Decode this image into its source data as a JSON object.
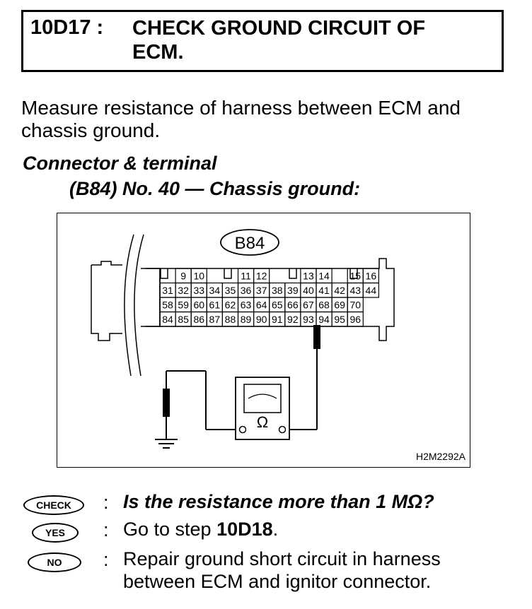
{
  "step": {
    "number": "10D17 :",
    "title_line1": "CHECK GROUND CIRCUIT OF",
    "title_line2": "ECM."
  },
  "instruction": {
    "line1": "Measure resistance of harness between ECM and",
    "line2": "chassis ground."
  },
  "connector": {
    "heading": "Connector & terminal",
    "detail": "(B84) No. 40 — Chassis ground:"
  },
  "figure": {
    "connector_label": "B84",
    "row1": [
      "9",
      "10",
      "11",
      "12",
      "13",
      "14",
      "15",
      "16"
    ],
    "row2": [
      "31",
      "32",
      "33",
      "34",
      "35",
      "36",
      "37",
      "38",
      "39",
      "40",
      "41",
      "42",
      "43",
      "44"
    ],
    "row3": [
      "58",
      "59",
      "60",
      "61",
      "62",
      "63",
      "64",
      "65",
      "66",
      "67",
      "68",
      "69",
      "70"
    ],
    "row4": [
      "84",
      "85",
      "86",
      "87",
      "88",
      "89",
      "90",
      "91",
      "92",
      "93",
      "94",
      "95",
      "96"
    ],
    "meter_symbol": "Ω",
    "figure_code": "H2M2292A"
  },
  "result": {
    "check_badge": "CHECK",
    "yes_badge": "YES",
    "no_badge": "NO",
    "colon": ":",
    "check_text": "Is the resistance more than 1 MΩ?",
    "yes_text_prefix": "Go to step ",
    "yes_text_step": "10D18",
    "yes_text_suffix": ".",
    "no_text_line1": "Repair ground short circuit in harness",
    "no_text_line2": "between ECM and ignitor connector."
  }
}
